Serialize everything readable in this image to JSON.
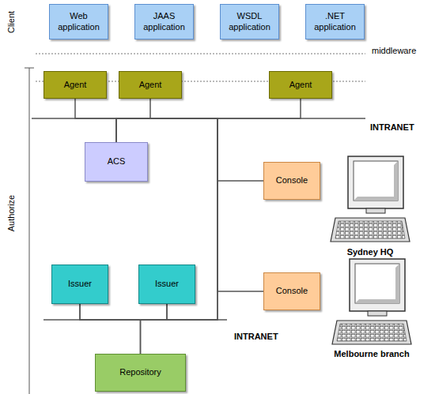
{
  "diagram": {
    "nodes": [
      {
        "text": [
          "Web application"
        ]
      },
      {
        "text": [
          "JAAS application"
        ]
      },
      {
        "text": [
          "WSDL application"
        ]
      },
      {
        "text": [
          ".NET application"
        ]
      },
      {
        "text": [
          "Agent"
        ]
      },
      {
        "text": [
          "Agent"
        ]
      },
      {
        "text": [
          "Agent"
        ]
      },
      {
        "text": [
          "ACS"
        ]
      },
      {
        "text": [
          "Console"
        ]
      },
      {
        "text": [
          "Issuer"
        ]
      },
      {
        "text": [
          "Issuer"
        ]
      },
      {
        "text": [
          "Console"
        ]
      },
      {
        "text": [
          "Repository"
        ]
      }
    ],
    "edges": [
      {
        "from": 4,
        "to": 7,
        "arrow": "none"
      },
      {
        "from": 5,
        "to": 7,
        "arrow": "none"
      },
      {
        "from": 6,
        "to": 7,
        "arrow": "none"
      },
      {
        "from": 7,
        "to": 8,
        "arrow": "none"
      },
      {
        "from": 7,
        "to": 11,
        "arrow": "none"
      },
      {
        "from": 7,
        "to": 9,
        "arrow": "none"
      },
      {
        "from": 7,
        "to": 10,
        "arrow": "none"
      },
      {
        "from": 9,
        "to": 12,
        "arrow": "none"
      },
      {
        "from": 10,
        "to": 12,
        "arrow": "none"
      }
    ],
    "labels": [
      "Client",
      "middleware",
      "INTRANET",
      "Authorize",
      "Sydney HQ",
      "INTRANET",
      "Melbourne branch"
    ]
  }
}
